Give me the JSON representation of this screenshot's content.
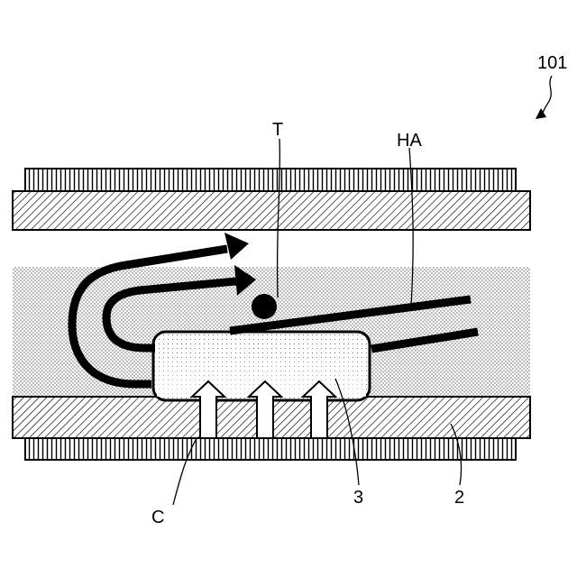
{
  "diagram": {
    "figure_ref": "101",
    "labels": {
      "t": "T",
      "ha": "HA",
      "c": "C",
      "part3": "3",
      "part2": "2"
    },
    "colors": {
      "ink": "#000000",
      "paper": "#ffffff",
      "dots": "#888888"
    }
  }
}
